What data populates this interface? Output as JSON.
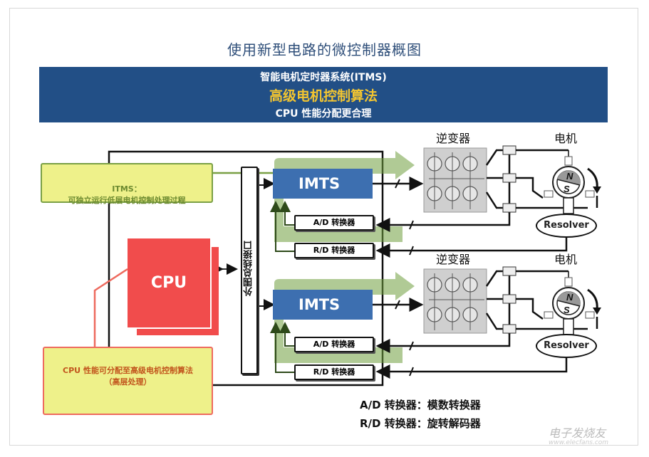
{
  "title": "使用新型电路的微控制器概图",
  "banner": {
    "line1": "智能电机定时器系统(ITMS)",
    "line2": "高级电机控制算法",
    "line3": "CPU 性能分配更合理",
    "bg_color": "#224f86",
    "highlight_color": "#f3c530"
  },
  "notes": {
    "itms_label": "ITMS：",
    "itms_desc": "可独立运行低层电机控制处理过程",
    "cpu_desc": "CPU 性能可分配至高级电机控制算法",
    "cpu_sub": "（高层处理）"
  },
  "blocks": {
    "cpu": "CPU",
    "bus": "外围总线接口",
    "imts": [
      "IMTS",
      "IMTS"
    ],
    "ad_converter": "A/D  转换器",
    "rd_converter": "R/D  转换器",
    "inverter": "逆变器",
    "motor": "电机",
    "resolver": "Resolver",
    "motor_n": "N",
    "motor_s": "S"
  },
  "legend": [
    "A/D  转换器：模数转换器",
    "R/D  转换器：旋转解码器"
  ],
  "watermark": {
    "text": "电子发烧友",
    "url_text": "www.elecfans.com"
  },
  "colors": {
    "cpu_red": "#f14c4c",
    "itms_green": "#7aa045",
    "imts_blue": "#3d6fb0",
    "note_yellow": "#eef18a"
  }
}
